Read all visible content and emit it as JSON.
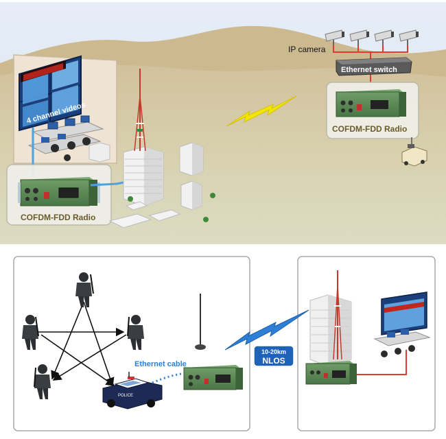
{
  "top": {
    "ip_camera_label": "IP camera",
    "ethernet_switch_label": "Ethernet switch",
    "remote_radio_label": "COFDM-FDD Radio",
    "command_radio_label": "COFDM-FDD Radio",
    "video_wall_label": "4 channel videos"
  },
  "bottom": {
    "ethernet_cable_label": "Ethernet cable",
    "range_badge": {
      "distance": "10-20km",
      "mode": "NLOS"
    },
    "police_car_text": "POLICE"
  },
  "colors": {
    "sky": "#dfe7f1",
    "hill": "#d1bf98",
    "ground": "#d9d6b8",
    "radio_green": "#5d8a57",
    "link_blue": "#2e7fd6",
    "lightning": "#f2e600",
    "red_line": "#e23a2e",
    "badge_blue": "#1f63b8"
  }
}
